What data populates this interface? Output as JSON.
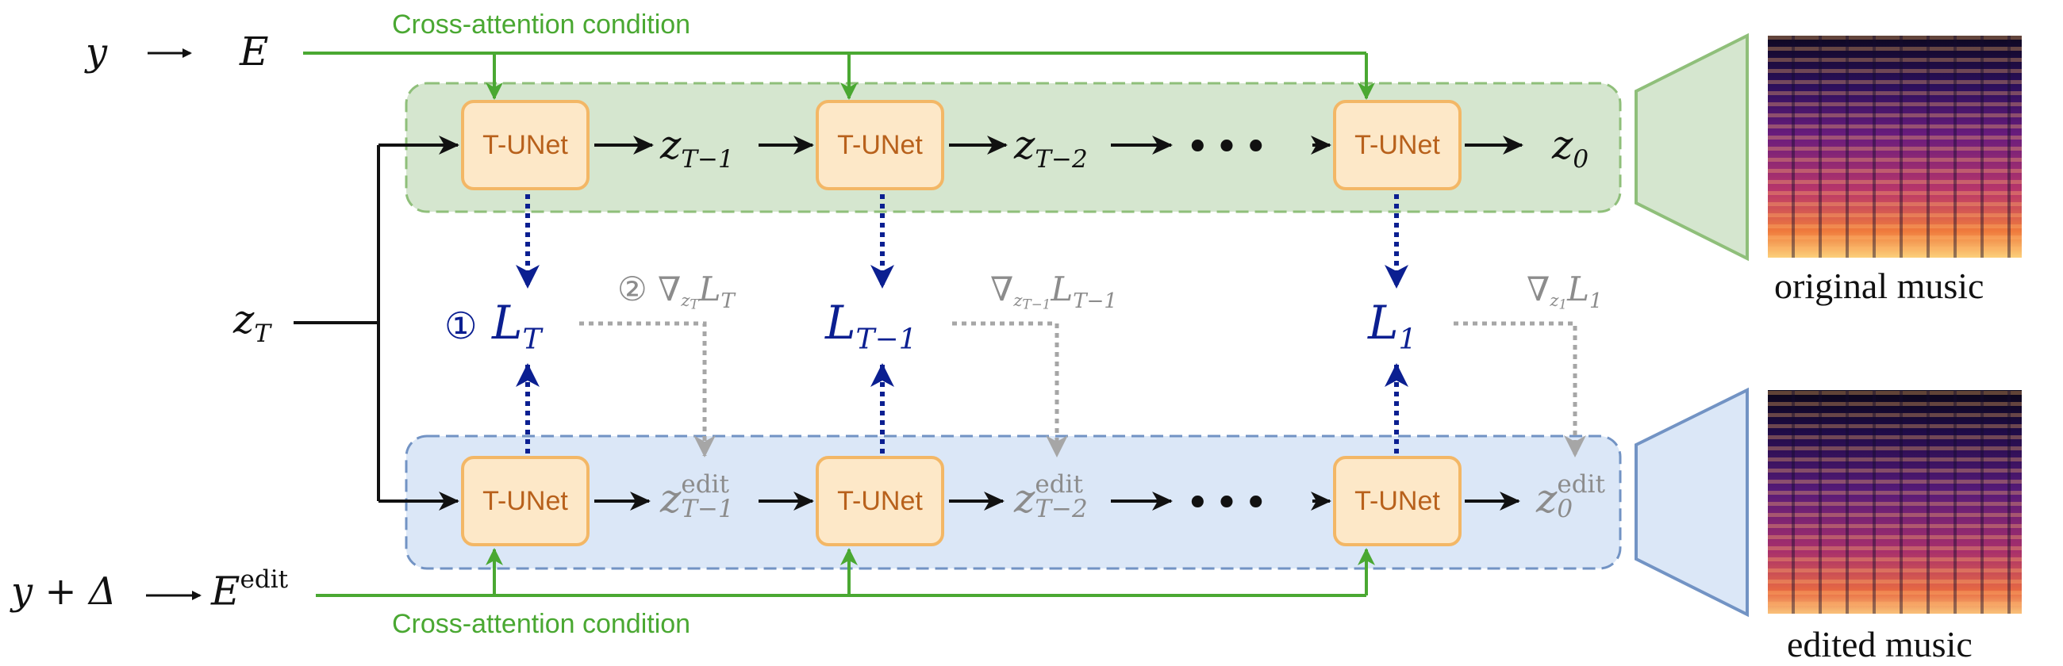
{
  "top_input": {
    "y": "y",
    "arrow": "⟶",
    "E": "E"
  },
  "bottom_input": {
    "prefix": "y + Δ",
    "arrow": "⟶",
    "E": "E",
    "E_sup": "edit"
  },
  "cross_attention_label": "Cross-attention condition",
  "node_label": "T-UNet",
  "zT": {
    "base": "z",
    "sub": "T"
  },
  "top_latents": [
    {
      "base": "z",
      "sub": "T−1"
    },
    {
      "base": "z",
      "sub": "T−2"
    },
    {
      "base": "z",
      "sub": "0"
    }
  ],
  "bottom_latents": [
    {
      "base": "z",
      "sub": "T−1",
      "sup": "edit"
    },
    {
      "base": "z",
      "sub": "T−2",
      "sup": "edit"
    },
    {
      "base": "z",
      "sub": "0",
      "sup": "edit"
    }
  ],
  "dots": "•••",
  "losses": [
    {
      "marker": "①",
      "base": "L",
      "sub": "T"
    },
    {
      "base": "L",
      "sub": "T−1"
    },
    {
      "base": "L",
      "sub": "1"
    }
  ],
  "gradients": [
    {
      "marker": "②",
      "nabla": "∇",
      "z_sub": "T",
      "L_sub": "T"
    },
    {
      "nabla": "∇",
      "z_sub": "T−1",
      "L_sub": "T−1"
    },
    {
      "nabla": "∇",
      "z_sub": "1",
      "L_sub": "1"
    }
  ],
  "captions": {
    "original": "original music",
    "edited": "edited music"
  },
  "colors": {
    "green": "#4aa832",
    "green_panel": "#d5e6cf",
    "blue_panel": "#dbe7f7",
    "blue_border": "#7293c4",
    "loss_blue": "#0b1f91",
    "grad_gray": "#a6a6a6",
    "node_fill": "#fde8c8",
    "node_border": "#f3b766"
  },
  "icons": {
    "decoder_top": "trapezoid-decoder-icon",
    "decoder_bottom": "trapezoid-decoder-icon",
    "spectrogram_top": "spectrogram-image",
    "spectrogram_bottom": "spectrogram-image"
  }
}
